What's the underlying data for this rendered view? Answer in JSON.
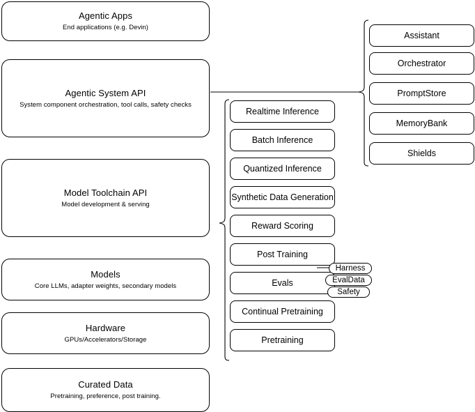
{
  "diagram": {
    "title": "AI Stack Architecture Diagram",
    "stroke_color": "#000000",
    "background_color": "#ffffff"
  },
  "stack_layers": [
    {
      "id": "agentic-apps",
      "title": "Agentic Apps",
      "subtitle": "End applications (e.g. Devin)"
    },
    {
      "id": "agentic-system-api",
      "title": "Agentic System API",
      "subtitle": "System component orchestration, tool calls, safety checks"
    },
    {
      "id": "model-toolchain-api",
      "title": "Model Toolchain API",
      "subtitle": "Model development & serving"
    },
    {
      "id": "models",
      "title": "Models",
      "subtitle": "Core LLMs, adapter weights, secondary models"
    },
    {
      "id": "hardware",
      "title": "Hardware",
      "subtitle": "GPUs/Accelerators/Storage"
    },
    {
      "id": "curated-data",
      "title": "Curated Data",
      "subtitle": "Pretraining, preference, post training."
    }
  ],
  "toolchain_components": [
    {
      "id": "realtime-inference",
      "label": "Realtime Inference"
    },
    {
      "id": "batch-inference",
      "label": "Batch Inference"
    },
    {
      "id": "quantized-inference",
      "label": "Quantized Inference"
    },
    {
      "id": "synthetic-data-generation",
      "label": "Synthetic Data Generation"
    },
    {
      "id": "reward-scoring",
      "label": "Reward Scoring"
    },
    {
      "id": "post-training",
      "label": "Post Training"
    },
    {
      "id": "evals",
      "label": "Evals"
    },
    {
      "id": "continual-pretraining",
      "label": "Continual Pretraining"
    },
    {
      "id": "pretraining",
      "label": "Pretraining"
    }
  ],
  "agentic_components": [
    {
      "id": "assistant",
      "label": "Assistant"
    },
    {
      "id": "orchestrator",
      "label": "Orchestrator"
    },
    {
      "id": "promptstore",
      "label": "PromptStore"
    },
    {
      "id": "memorybank",
      "label": "MemoryBank"
    },
    {
      "id": "shields",
      "label": "Shields"
    }
  ],
  "eval_badges": [
    {
      "id": "harness",
      "label": "Harness"
    },
    {
      "id": "evaldata",
      "label": "EvalData"
    },
    {
      "id": "safety",
      "label": "Safety"
    }
  ]
}
